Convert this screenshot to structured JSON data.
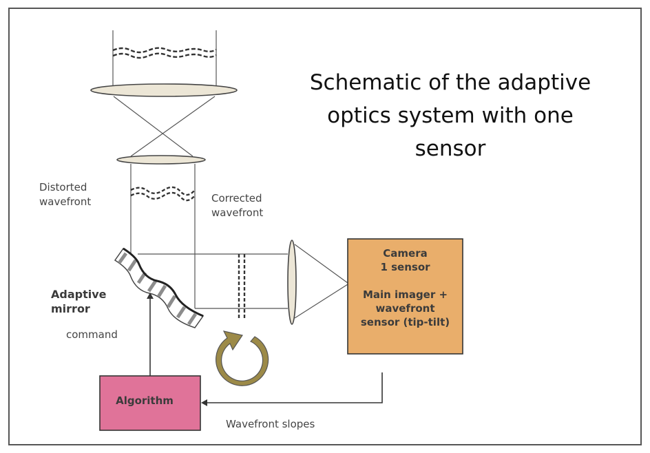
{
  "title_lines": [
    "Schematic of the adaptive",
    "optics system with one",
    "sensor"
  ],
  "labels": {
    "distorted": [
      "Distorted",
      "wavefront"
    ],
    "corrected": [
      "Corrected",
      "wavefront"
    ],
    "mirror": [
      "Adaptive",
      "mirror"
    ],
    "command": "command",
    "slopes": "Wavefront slopes"
  },
  "camera": {
    "lines": [
      "Camera",
      "1 sensor",
      "",
      "Main imager +",
      "wavefront",
      "sensor (tip-tilt)"
    ],
    "color": "#e9ae6b"
  },
  "algorithm": {
    "label": "Algorithm",
    "color": "#e07399"
  },
  "colors": {
    "frame": "#555555",
    "lens_fill": "#ece6d6",
    "loop_arrow": "#9c8a48",
    "line": "#555555"
  }
}
